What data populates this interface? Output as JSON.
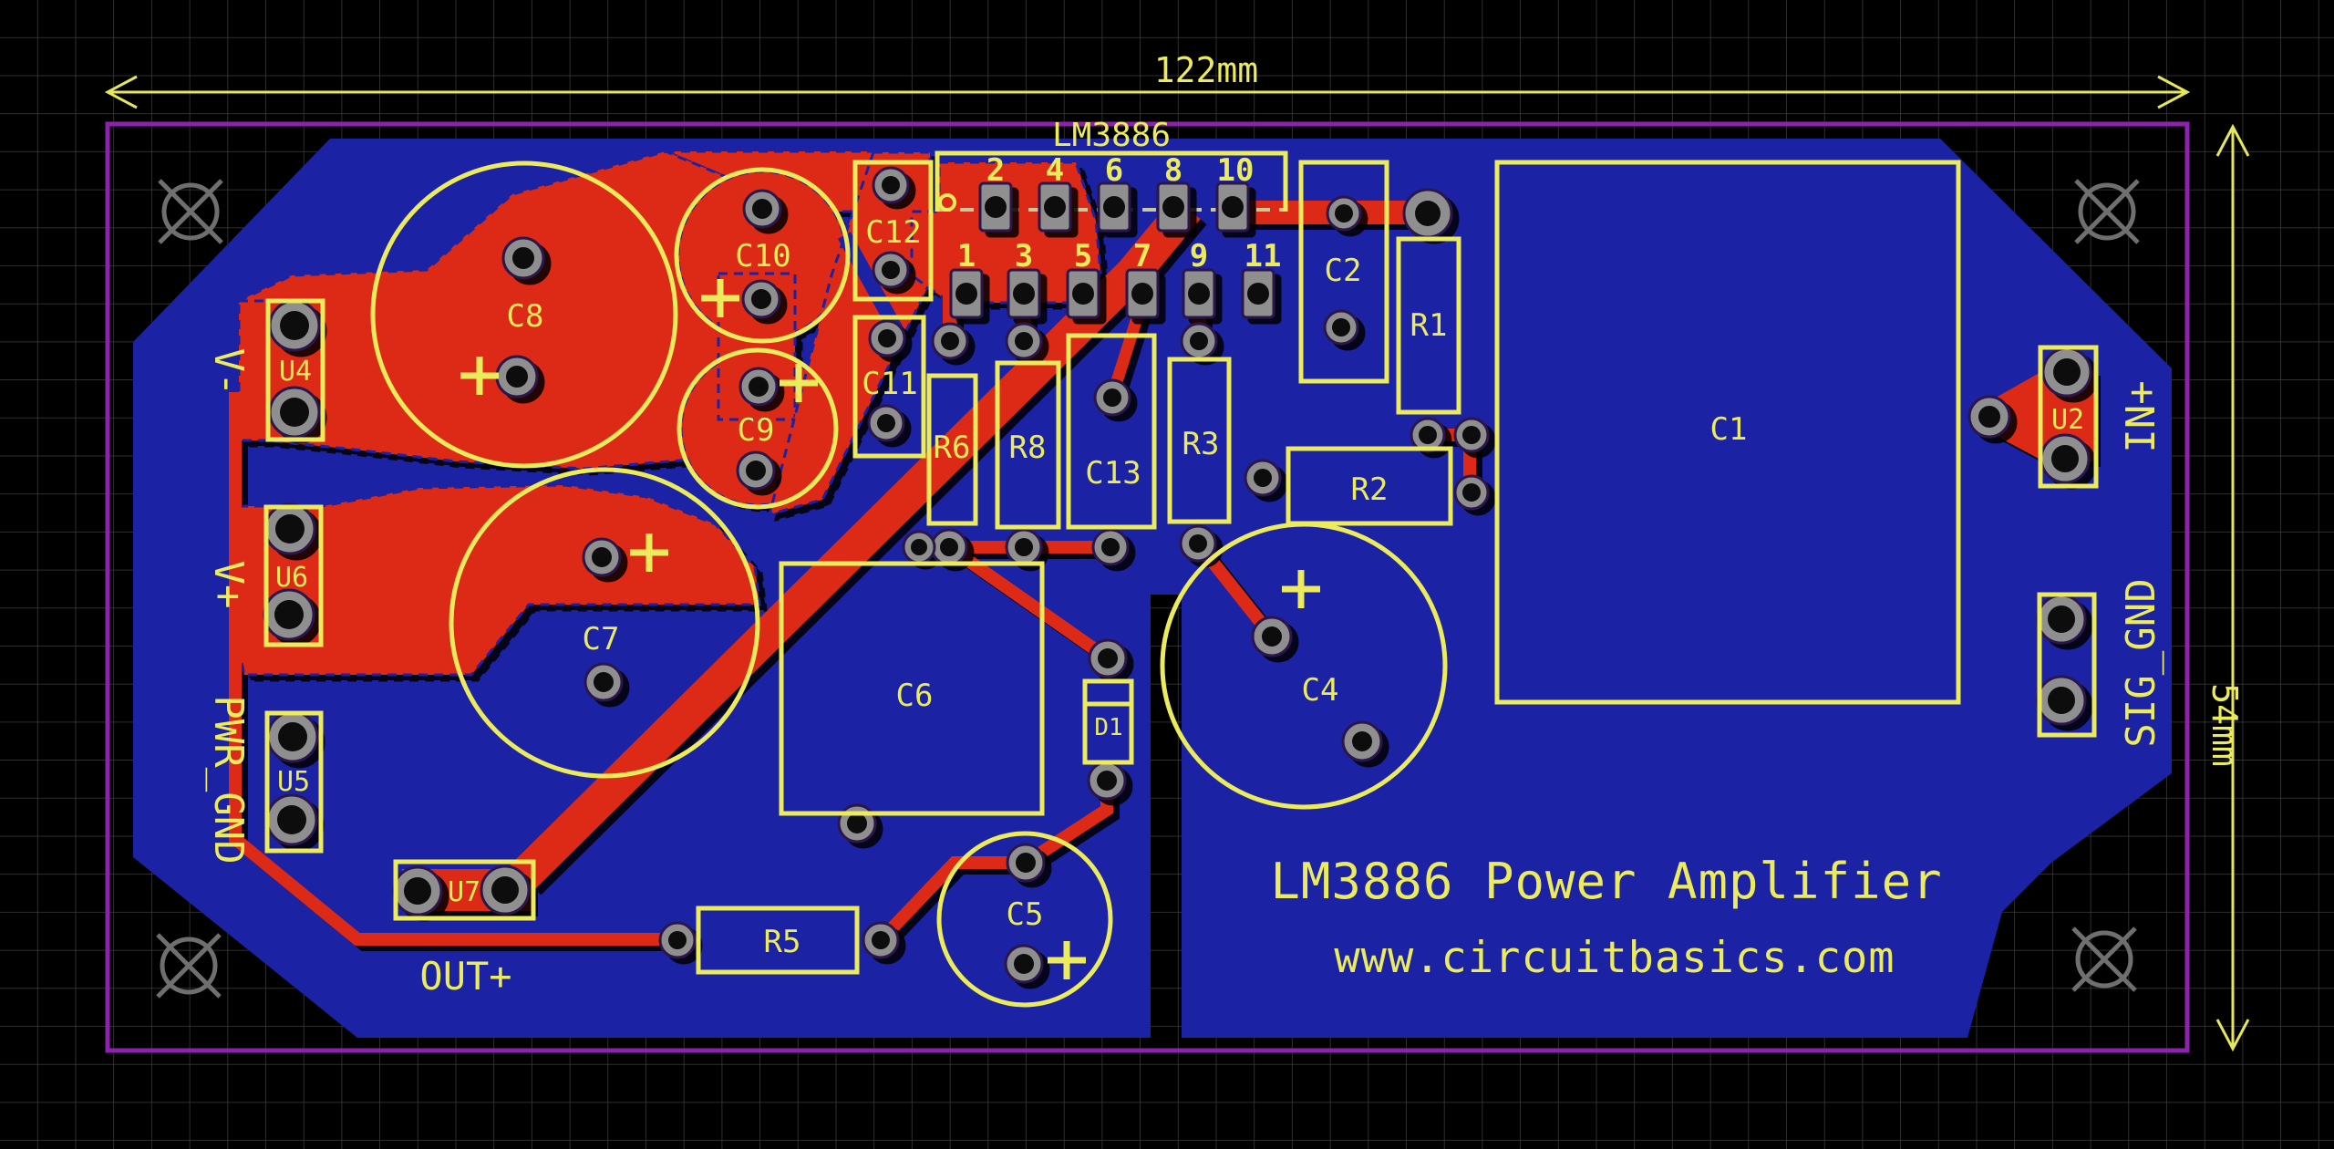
{
  "dimensions": {
    "width": "122mm",
    "height": "54mm"
  },
  "ic": {
    "label": "LM3886",
    "top_pins": [
      "2",
      "4",
      "6",
      "8",
      "10"
    ],
    "bottom_pins": [
      "1",
      "3",
      "5",
      "7",
      "9",
      "11"
    ]
  },
  "components": {
    "c1": "C1",
    "c2": "C2",
    "c4": "C4",
    "c5": "C5",
    "c6": "C6",
    "c7": "C7",
    "c8": "C8",
    "c9": "C9",
    "c10": "C10",
    "c11": "C11",
    "c12": "C12",
    "c13": "C13",
    "d1": "D1",
    "r1": "R1",
    "r2": "R2",
    "r3": "R3",
    "r5": "R5",
    "r6": "R6",
    "r8": "R8",
    "u2": "U2",
    "u4": "U4",
    "u5": "U5",
    "u6": "U6",
    "u7": "U7"
  },
  "edge_labels": {
    "v_minus": "V-",
    "v_plus": "V+",
    "pwr_gnd": "PWR_GND",
    "out_plus": "OUT+",
    "in_plus": "IN+",
    "sig_gnd": "SIG_GND"
  },
  "title": {
    "line1": "LM3886 Power Amplifier",
    "line2": "www.circuitbasics.com"
  },
  "colors": {
    "background": "#000000",
    "board_blue": "#1c22a4",
    "copper_red": "#dd2b17",
    "silk_yellow": "#eceb5c",
    "boundary_purple": "#8e22ae",
    "pad_gray": "#8f8f8f",
    "grid_gray": "#3d3d3d"
  }
}
